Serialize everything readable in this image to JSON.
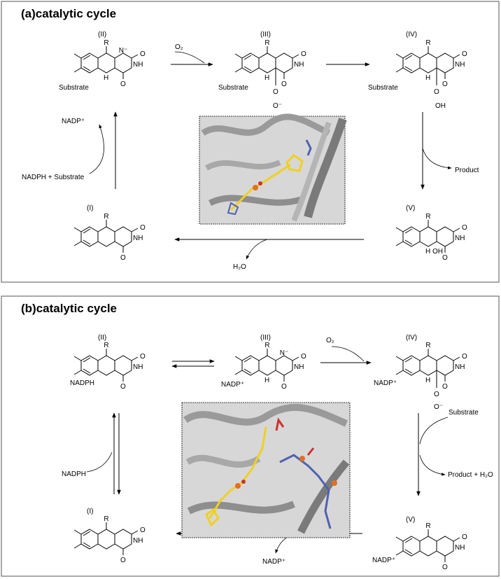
{
  "panel_a": {
    "title": "(a)catalytic cycle",
    "labels": {
      "II": "(II)",
      "III": "(III)",
      "IV": "(IV)",
      "V": "(V)",
      "I": "(I)"
    },
    "o2": "O₂",
    "substrate": "Substrate",
    "nadp_plus": "NADP⁺",
    "nadph_substrate": "NADPH + Substrate",
    "product": "Product",
    "h2o": "H₂O",
    "oh": "OH",
    "o_minus": "O⁻",
    "o": "O"
  },
  "panel_b": {
    "title": "(b)catalytic cycle",
    "labels": {
      "II": "(II)",
      "III": "(III)",
      "IV": "(IV)",
      "V": "(V)",
      "I": "(I)"
    },
    "o2": "O₂",
    "nadph": "NADPH",
    "nadp_plus": "NADP⁺",
    "substrate": "Substrate",
    "product_h2o": "Product + H₂O",
    "o_minus": "O⁻",
    "o": "O"
  },
  "atoms": {
    "r": "R",
    "n": "N",
    "nh": "NH",
    "h": "H",
    "o": "O",
    "n_minus": "N⁻"
  },
  "colors": {
    "protein": "#8a8a8a",
    "cofactor": "#f0d020",
    "phosphate": "#e07020",
    "oxygen": "#d03030",
    "nitrogen": "#4050c0",
    "ligand": "#5060b0"
  }
}
